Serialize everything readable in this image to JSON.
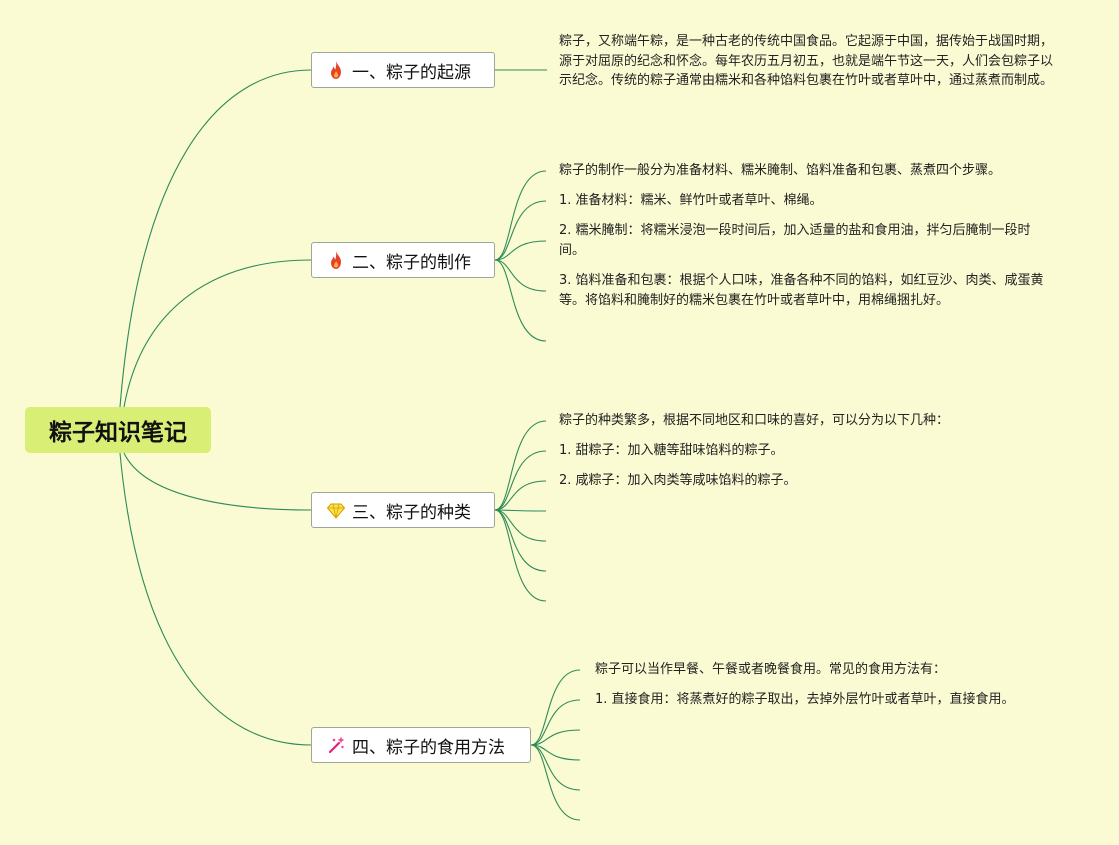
{
  "root": {
    "title": "粽子知识笔记"
  },
  "branches": [
    {
      "title": "一、粽子的起源",
      "icon": "fire-icon",
      "items": [
        "粽子，又称端午粽，是一种古老的传统中国食品。它起源于中国，据传始于战国时期，源于对屈原的纪念和怀念。每年农历五月初五，也就是端午节这一天，人们会包粽子以示纪念。传统的粽子通常由糯米和各种馅料包裹在竹叶或者草叶中，通过蒸煮而制成。"
      ]
    },
    {
      "title": "二、粽子的制作",
      "icon": "fire-icon",
      "items": [
        "粽子的制作一般分为准备材料、糯米腌制、馅料准备和包裹、蒸煮四个步骤。",
        "1. 准备材料：糯米、鲜竹叶或者草叶、棉绳。",
        "2. 糯米腌制：将糯米浸泡一段时间后，加入适量的盐和食用油，拌匀后腌制一段时间。",
        "3. 馅料准备和包裹：根据个人口味，准备各种不同的馅料，如红豆沙、肉类、咸蛋黄等。将馅料和腌制好的糯米包裹在竹叶或者草叶中，用棉绳捆扎好。",
        ""
      ]
    },
    {
      "title": "三、粽子的种类",
      "icon": "diamond-icon",
      "items": [
        "粽子的种类繁多，根据不同地区和口味的喜好，可以分为以下几种：",
        "1. 甜粽子：加入糖等甜味馅料的粽子。",
        "2. 咸粽子：加入肉类等咸味馅料的粽子。",
        "",
        "",
        "",
        ""
      ]
    },
    {
      "title": "四、粽子的食用方法",
      "icon": "sparkle-wand-icon",
      "items": [
        "粽子可以当作早餐、午餐或者晚餐食用。常见的食用方法有：",
        "1. 直接食用：将蒸煮好的粽子取出，去掉外层竹叶或者草叶，直接食用。",
        "",
        "",
        "",
        ""
      ]
    }
  ],
  "colors": {
    "background": "#fafbd3",
    "root": "#d9ee74",
    "link": "#2e8b57"
  }
}
